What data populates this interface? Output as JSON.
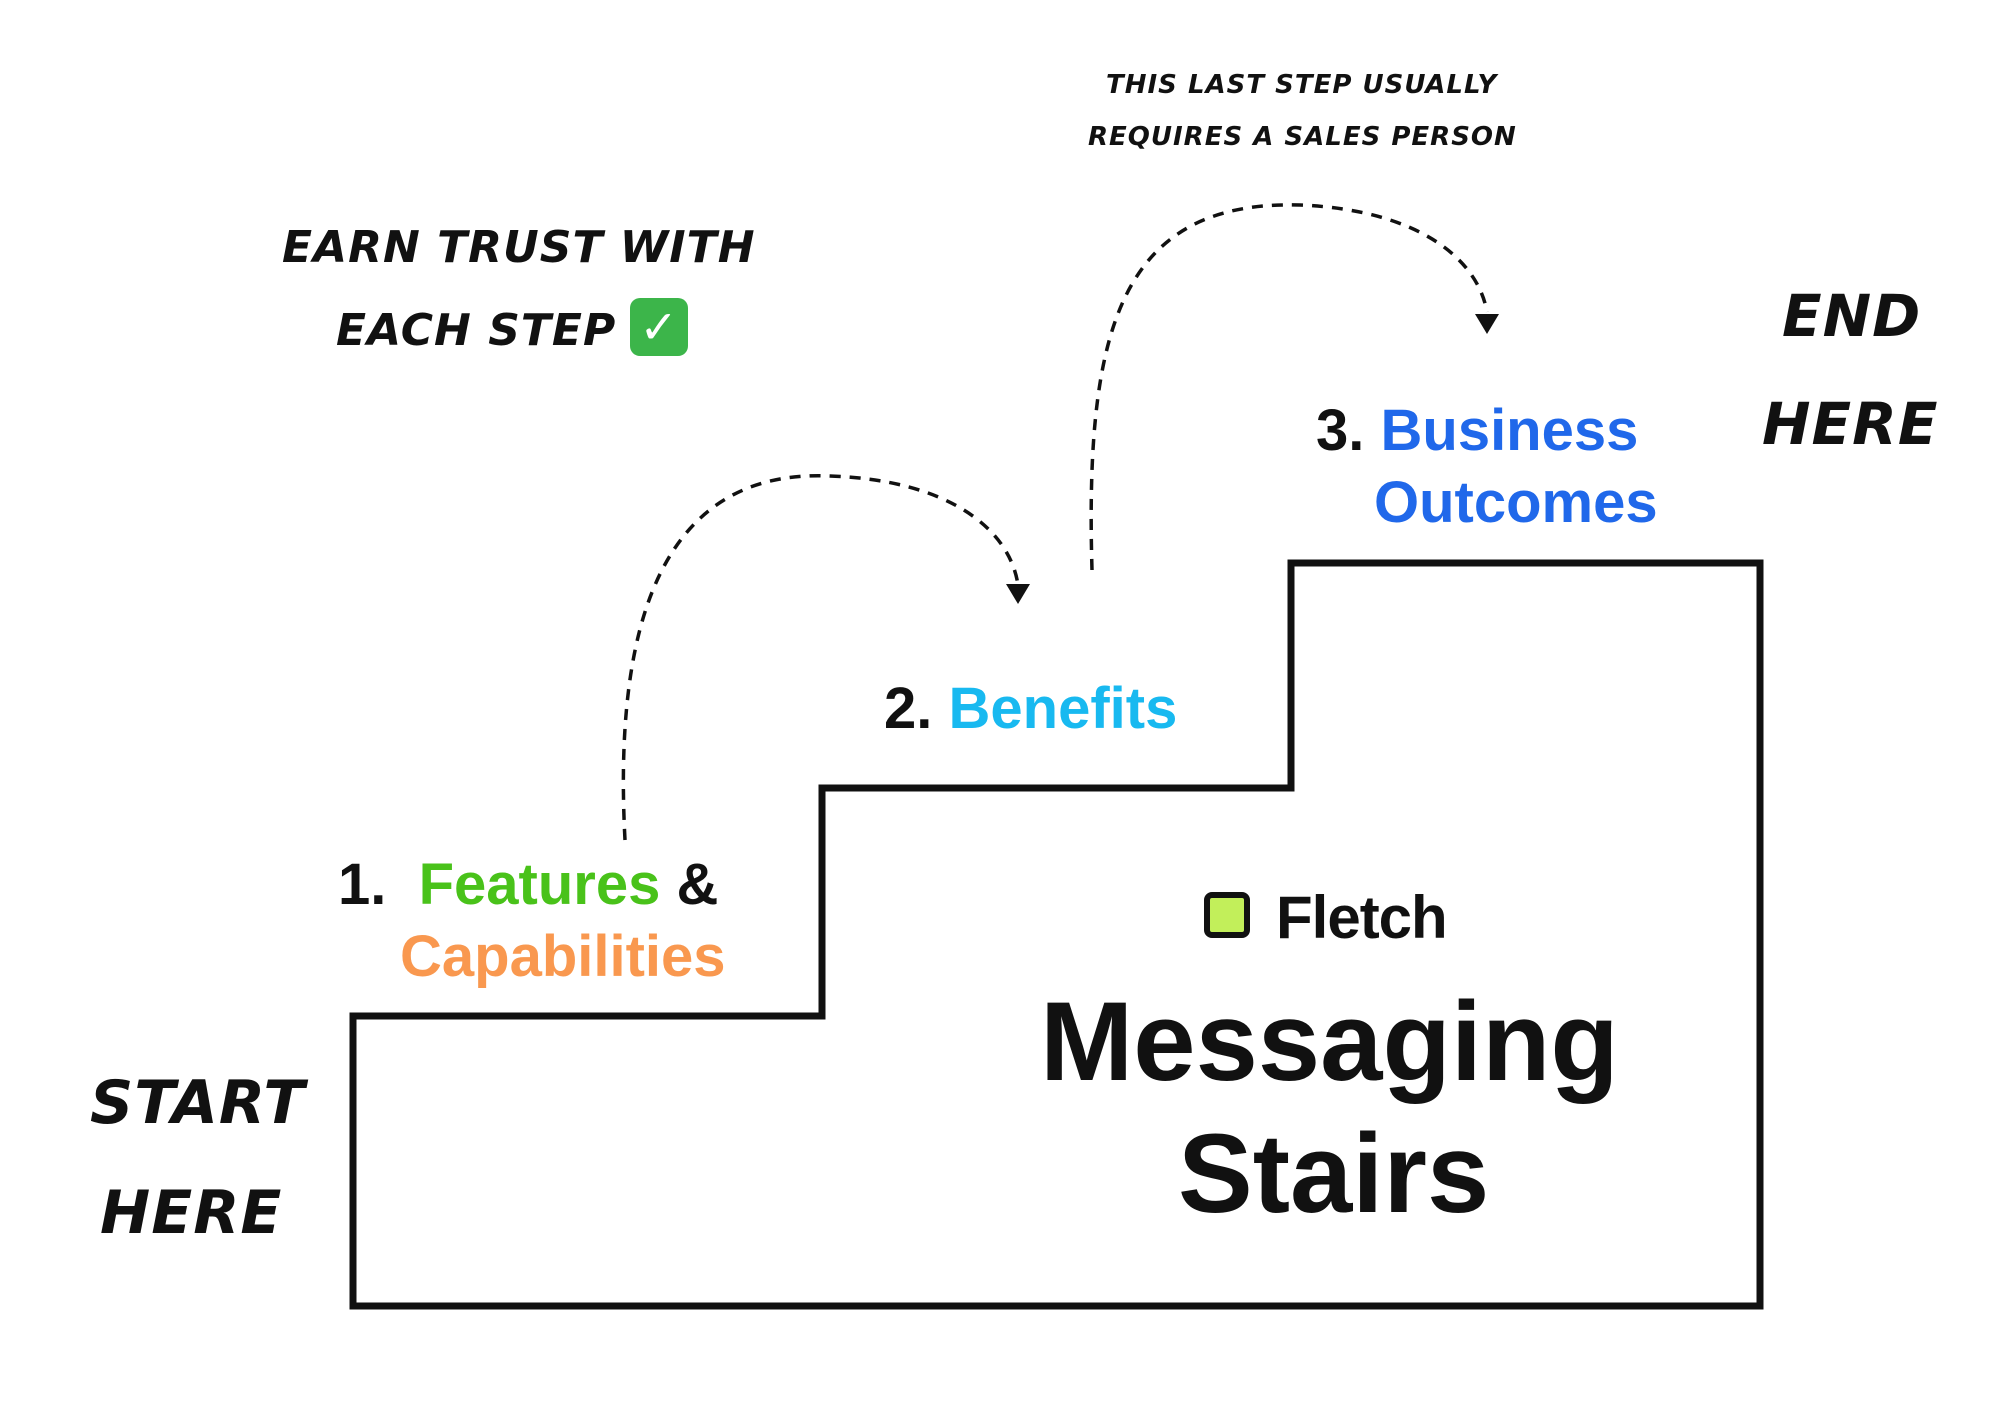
{
  "notes": {
    "earn_trust_line1": "EARN TRUST WITH",
    "earn_trust_line2": "EACH STEP",
    "last_step_line1": "THIS LAST STEP USUALLY",
    "last_step_line2": "REQUIRES A SALES PERSON",
    "start_line1": "START",
    "start_line2": "HERE",
    "end_line1": "END",
    "end_line2": "HERE"
  },
  "checkmark_icon": "check-mark-button-icon",
  "steps": [
    {
      "number": "1.",
      "label_a": "Features",
      "joiner": "&",
      "label_b": "Capabilities",
      "color_a": "#49c21a",
      "color_b": "#f9984f"
    },
    {
      "number": "2.",
      "label": "Benefits",
      "color": "#18b9f0"
    },
    {
      "number": "3.",
      "label_line1": "Business",
      "label_line2": "Outcomes",
      "color": "#2068ea"
    }
  ],
  "brand": {
    "name": "Fletch",
    "logo_color": "#c2ef5a"
  },
  "title": {
    "line1": "Messaging",
    "line2": "Stairs"
  }
}
